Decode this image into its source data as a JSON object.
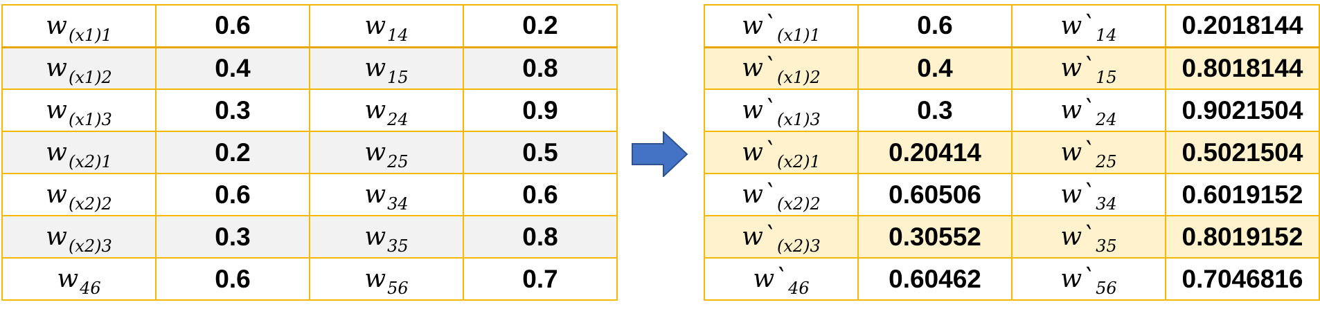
{
  "colors": {
    "border": "#F5B800",
    "shade_left": "#F2F2F2",
    "shade_right": "#FFF2CC",
    "arrow": "#4472C4"
  },
  "arrow_icon": "right-arrow-icon",
  "left_table": {
    "rows": [
      {
        "n1": "w",
        "s1": "(x1)1",
        "v1": "0.6",
        "n2": "w",
        "s2": "14",
        "v2": "0.2"
      },
      {
        "n1": "w",
        "s1": "(x1)2",
        "v1": "0.4",
        "n2": "w",
        "s2": "15",
        "v2": "0.8"
      },
      {
        "n1": "w",
        "s1": "(x1)3",
        "v1": "0.3",
        "n2": "w",
        "s2": "24",
        "v2": "0.9"
      },
      {
        "n1": "w",
        "s1": "(x2)1",
        "v1": "0.2",
        "n2": "w",
        "s2": "25",
        "v2": "0.5"
      },
      {
        "n1": "w",
        "s1": "(x2)2",
        "v1": "0.6",
        "n2": "w",
        "s2": "34",
        "v2": "0.6"
      },
      {
        "n1": "w",
        "s1": "(x2)3",
        "v1": "0.3",
        "n2": "w",
        "s2": "35",
        "v2": "0.8"
      },
      {
        "n1": "w",
        "s1": "46",
        "v1": "0.6",
        "n2": "w",
        "s2": "56",
        "v2": "0.7"
      }
    ]
  },
  "right_table": {
    "rows": [
      {
        "n1": "w`",
        "s1": "(x1)1",
        "v1": "0.6",
        "n2": "w`",
        "s2": "14",
        "v2": "0.2018144"
      },
      {
        "n1": "w`",
        "s1": "(x1)2",
        "v1": "0.4",
        "n2": "w`",
        "s2": "15",
        "v2": "0.8018144"
      },
      {
        "n1": "w`",
        "s1": "(x1)3",
        "v1": "0.3",
        "n2": "w`",
        "s2": "24",
        "v2": "0.9021504"
      },
      {
        "n1": "w`",
        "s1": "(x2)1",
        "v1": "0.20414",
        "n2": "w`",
        "s2": "25",
        "v2": "0.5021504"
      },
      {
        "n1": "w`",
        "s1": "(x2)2",
        "v1": "0.60506",
        "n2": "w`",
        "s2": "34",
        "v2": "0.6019152"
      },
      {
        "n1": "w`",
        "s1": "(x2)3",
        "v1": "0.30552",
        "n2": "w`",
        "s2": "35",
        "v2": "0.8019152"
      },
      {
        "n1": "w`",
        "s1": "46",
        "v1": "0.60462",
        "n2": "w`",
        "s2": "56",
        "v2": "0.7046816"
      }
    ]
  }
}
